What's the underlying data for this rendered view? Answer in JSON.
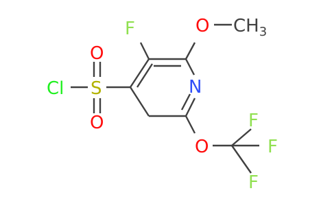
{
  "molecule": {
    "atoms": {
      "F_ring": {
        "symbol": "F",
        "color": "#90e050"
      },
      "O_methoxy": {
        "symbol": "O",
        "color": "#ff0d0d"
      },
      "CH3": {
        "symbol": "CH",
        "subscript": "3",
        "color": "#404040"
      },
      "Cl": {
        "symbol": "Cl",
        "color": "#1ff01f"
      },
      "S": {
        "symbol": "S",
        "color": "#b2b200"
      },
      "O_top": {
        "symbol": "O",
        "color": "#ff0d0d"
      },
      "O_bottom": {
        "symbol": "O",
        "color": "#ff0d0d"
      },
      "N": {
        "symbol": "N",
        "color": "#3050f8"
      },
      "O_tf": {
        "symbol": "O",
        "color": "#ff0d0d"
      },
      "F1": {
        "symbol": "F",
        "color": "#90e050"
      },
      "F2": {
        "symbol": "F",
        "color": "#90e050"
      },
      "F3": {
        "symbol": "F",
        "color": "#90e050"
      }
    },
    "bond_color": "#404040"
  }
}
